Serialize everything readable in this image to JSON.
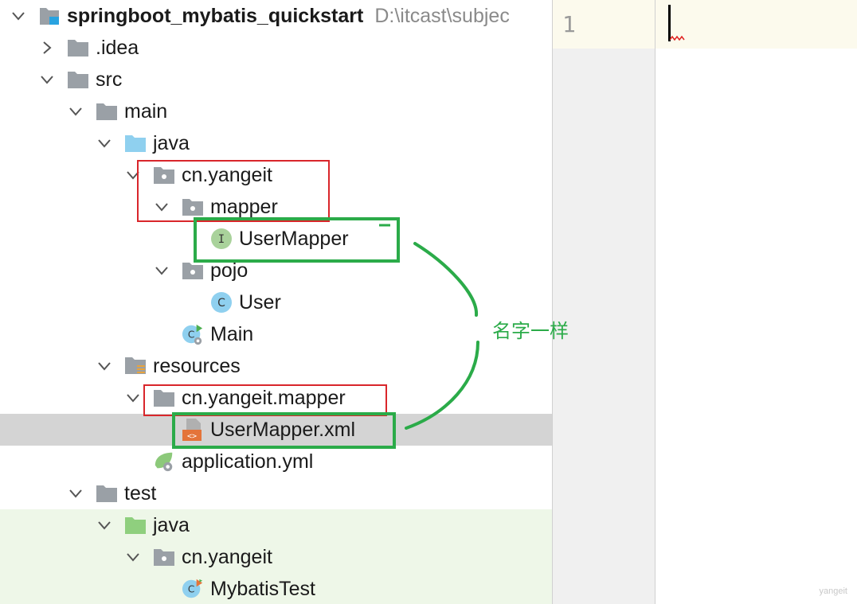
{
  "tree": {
    "project_name": "springboot_mybatis_quickstart",
    "project_path": "D:\\itcast\\subjec",
    "rows": [
      {
        "label": ".idea"
      },
      {
        "label": "src"
      },
      {
        "label": "main"
      },
      {
        "label": "java"
      },
      {
        "label": "cn.yangeit"
      },
      {
        "label": "mapper"
      },
      {
        "label": "UserMapper"
      },
      {
        "label": "pojo"
      },
      {
        "label": "User"
      },
      {
        "label": "Main"
      },
      {
        "label": "resources"
      },
      {
        "label": "cn.yangeit.mapper"
      },
      {
        "label": "UserMapper.xml"
      },
      {
        "label": "application.yml"
      },
      {
        "label": "test"
      },
      {
        "label": "java"
      },
      {
        "label": "cn.yangeit"
      },
      {
        "label": "MybatisTest"
      }
    ]
  },
  "icons": {
    "interface_letter": "I",
    "class_letter": "C",
    "xml_glyph": "<>"
  },
  "editor": {
    "line_number": "1",
    "watermark": "yangeit"
  },
  "annotation": {
    "text": "名字一样"
  },
  "colors": {
    "selection": "#d4d4d4",
    "test_background": "#eef7e8",
    "annotation_red": "#d9262b",
    "annotation_green": "#2bab49",
    "folder_gray": "#9aa0a6",
    "source_folder_blue": "#8fd0ef",
    "test_folder_green": "#8fcf7e",
    "interface_icon": "#a9d29b",
    "class_icon": "#8fd0ef"
  }
}
